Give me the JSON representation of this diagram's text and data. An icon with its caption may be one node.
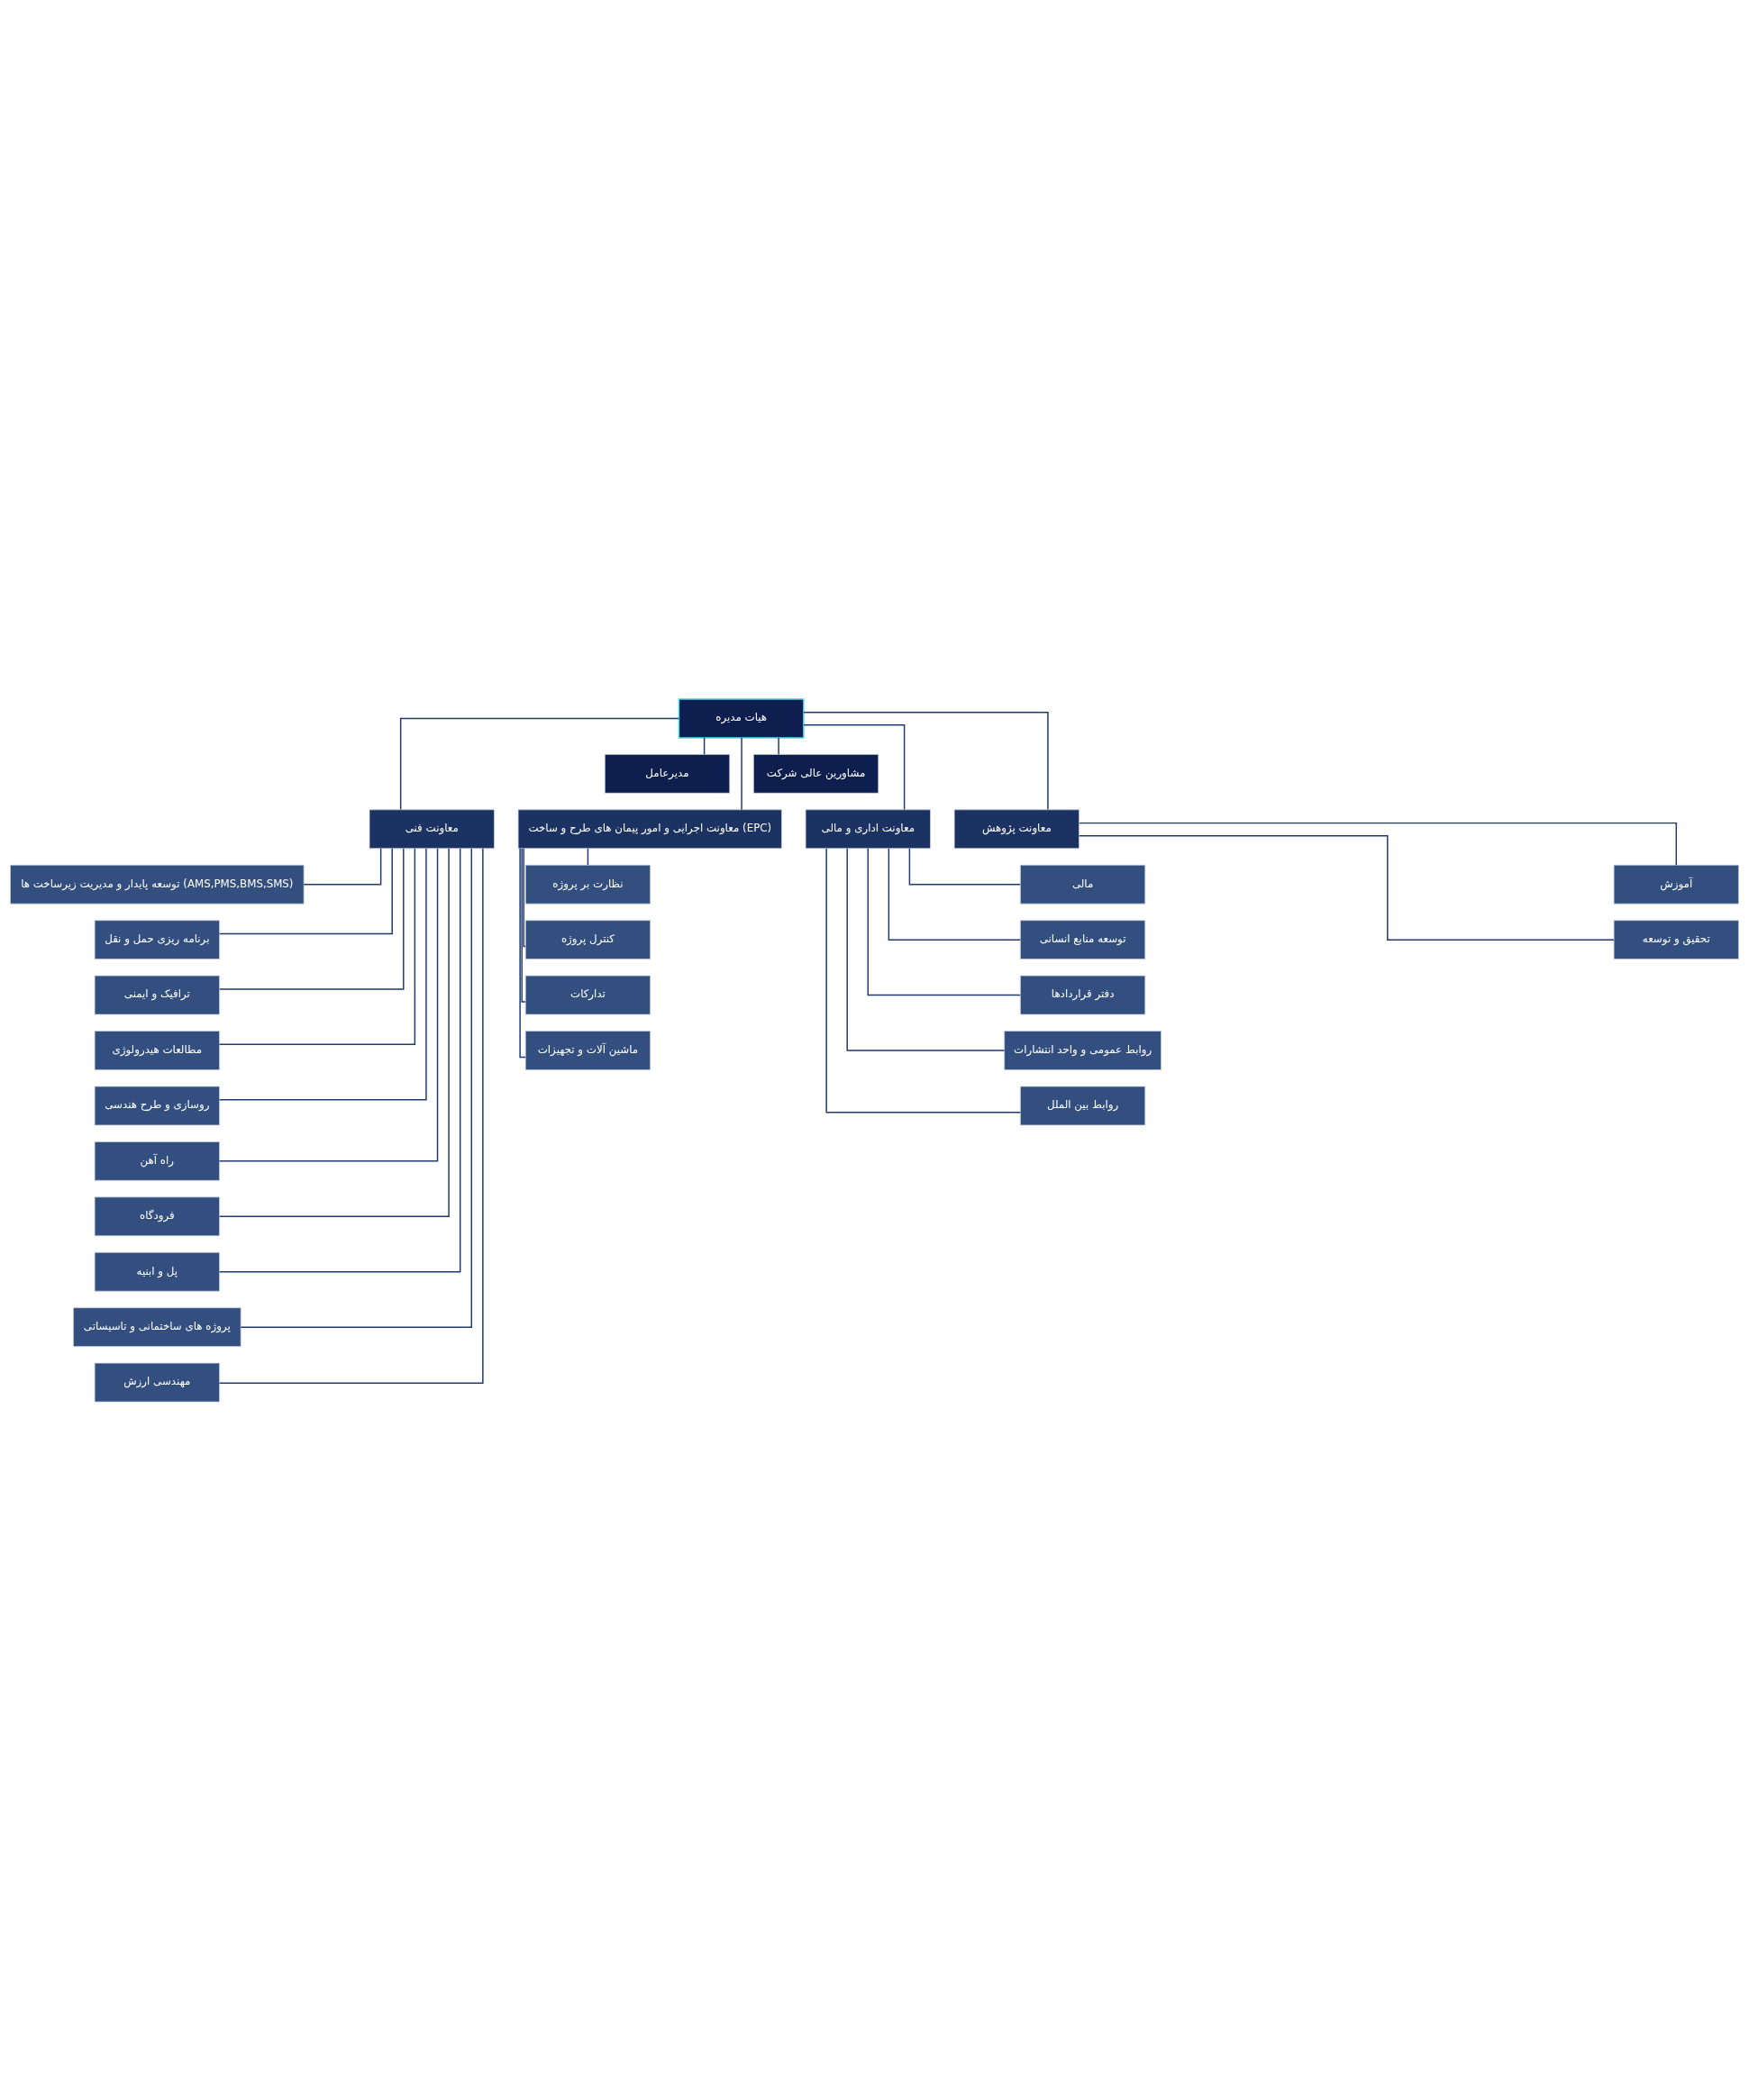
{
  "diagram": {
    "nodes": [
      {
        "text": [
          "هیات مدیره"
        ]
      },
      {
        "text": [
          "مدیرعامل"
        ]
      },
      {
        "text": [
          "مشاورین عالی شرکت"
        ]
      },
      {
        "text": [
          "معاونت پژوهش"
        ]
      },
      {
        "text": [
          "معاونت اداری و مالی"
        ]
      },
      {
        "text": [
          "معاونت اجرایی و امور پیمان های طرح و ساخت (EPC)"
        ]
      },
      {
        "text": [
          "معاونت فنی"
        ]
      },
      {
        "text": [
          "آموزش"
        ]
      },
      {
        "text": [
          "تحقیق و توسعه"
        ]
      },
      {
        "text": [
          "مالی"
        ]
      },
      {
        "text": [
          "توسعه منابع انسانی"
        ]
      },
      {
        "text": [
          "دفتر قراردادها"
        ]
      },
      {
        "text": [
          "روابط عمومی و واحد انتشارات"
        ]
      },
      {
        "text": [
          "روابط بین الملل"
        ]
      },
      {
        "text": [
          "نظارت بر پروژه"
        ]
      },
      {
        "text": [
          "کنترل پروژه"
        ]
      },
      {
        "text": [
          "تدارکات"
        ]
      },
      {
        "text": [
          "ماشین آلات و تجهیزات"
        ]
      },
      {
        "text": [
          "توسعه پایدار و مدیریت زیرساخت ها (AMS,PMS,BMS,SMS)"
        ]
      },
      {
        "text": [
          "برنامه ریزی حمل و نقل"
        ]
      },
      {
        "text": [
          "ترافیک و ایمنی"
        ]
      },
      {
        "text": [
          "مطالعات هیدرولوژی"
        ]
      },
      {
        "text": [
          "روسازی و طرح هندسی"
        ]
      },
      {
        "text": [
          "راه آهن"
        ]
      },
      {
        "text": [
          "فرودگاه"
        ]
      },
      {
        "text": [
          "پل و ابنیه"
        ]
      },
      {
        "text": [
          "پروژه های ساختمانی و تاسیساتی"
        ]
      },
      {
        "text": [
          "مهندسی ارزش"
        ]
      }
    ],
    "edges": [
      {
        "from": 0,
        "to": 1,
        "arrow": "none"
      },
      {
        "from": 0,
        "to": 2,
        "arrow": "none"
      },
      {
        "from": 0,
        "to": 3,
        "arrow": "none"
      },
      {
        "from": 0,
        "to": 4,
        "arrow": "none"
      },
      {
        "from": 0,
        "to": 5,
        "arrow": "none"
      },
      {
        "from": 0,
        "to": 6,
        "arrow": "none"
      },
      {
        "from": 3,
        "to": 7,
        "arrow": "none"
      },
      {
        "from": 3,
        "to": 8,
        "arrow": "none"
      },
      {
        "from": 4,
        "to": 9,
        "arrow": "none"
      },
      {
        "from": 4,
        "to": 10,
        "arrow": "none"
      },
      {
        "from": 4,
        "to": 11,
        "arrow": "none"
      },
      {
        "from": 4,
        "to": 12,
        "arrow": "none"
      },
      {
        "from": 4,
        "to": 13,
        "arrow": "none"
      },
      {
        "from": 5,
        "to": 14,
        "arrow": "none"
      },
      {
        "from": 5,
        "to": 15,
        "arrow": "none"
      },
      {
        "from": 5,
        "to": 16,
        "arrow": "none"
      },
      {
        "from": 5,
        "to": 17,
        "arrow": "none"
      },
      {
        "from": 6,
        "to": 18,
        "arrow": "none"
      },
      {
        "from": 6,
        "to": 19,
        "arrow": "none"
      },
      {
        "from": 6,
        "to": 20,
        "arrow": "none"
      },
      {
        "from": 6,
        "to": 21,
        "arrow": "none"
      },
      {
        "from": 6,
        "to": 22,
        "arrow": "none"
      },
      {
        "from": 6,
        "to": 23,
        "arrow": "none"
      },
      {
        "from": 6,
        "to": 24,
        "arrow": "none"
      },
      {
        "from": 6,
        "to": 25,
        "arrow": "none"
      },
      {
        "from": 6,
        "to": 26,
        "arrow": "none"
      },
      {
        "from": 6,
        "to": 27,
        "arrow": "none"
      }
    ]
  }
}
